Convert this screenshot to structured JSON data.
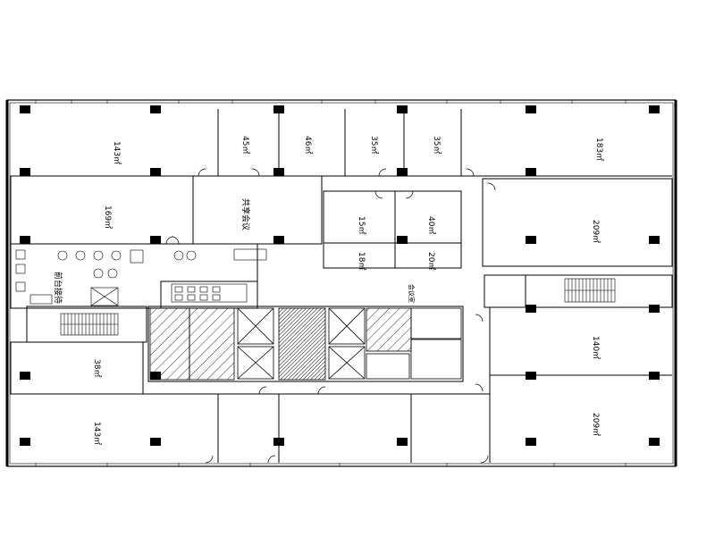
{
  "plan": {
    "type": "office floor plan",
    "room_labels": [
      {
        "id": "top-left-large",
        "text": "143㎡"
      },
      {
        "id": "top-mid-1",
        "text": "45㎡"
      },
      {
        "id": "top-mid-2",
        "text": "46㎡"
      },
      {
        "id": "top-mid-3",
        "text": "35㎡"
      },
      {
        "id": "top-mid-4",
        "text": "35㎡"
      },
      {
        "id": "top-right-large",
        "text": "183㎡"
      },
      {
        "id": "left-upper",
        "text": "169㎡"
      },
      {
        "id": "center-shared",
        "text": "共享会议"
      },
      {
        "id": "center-room-a",
        "text": "15㎡"
      },
      {
        "id": "center-room-b",
        "text": "40㎡"
      },
      {
        "id": "center-small-a",
        "text": "18㎡"
      },
      {
        "id": "center-small-b",
        "text": "20㎡"
      },
      {
        "id": "right-upper",
        "text": "209㎡"
      },
      {
        "id": "lobby",
        "text": "前台接待"
      },
      {
        "id": "left-middle",
        "text": "38㎡"
      },
      {
        "id": "left-lower",
        "text": "143㎡"
      },
      {
        "id": "right-middle",
        "text": "140㎡"
      },
      {
        "id": "right-lower",
        "text": "209㎡"
      },
      {
        "id": "meeting-label",
        "text": "会议室"
      }
    ],
    "colors": {
      "line": "#000000",
      "background": "#ffffff",
      "wet_area_hatch": "#000000"
    }
  }
}
